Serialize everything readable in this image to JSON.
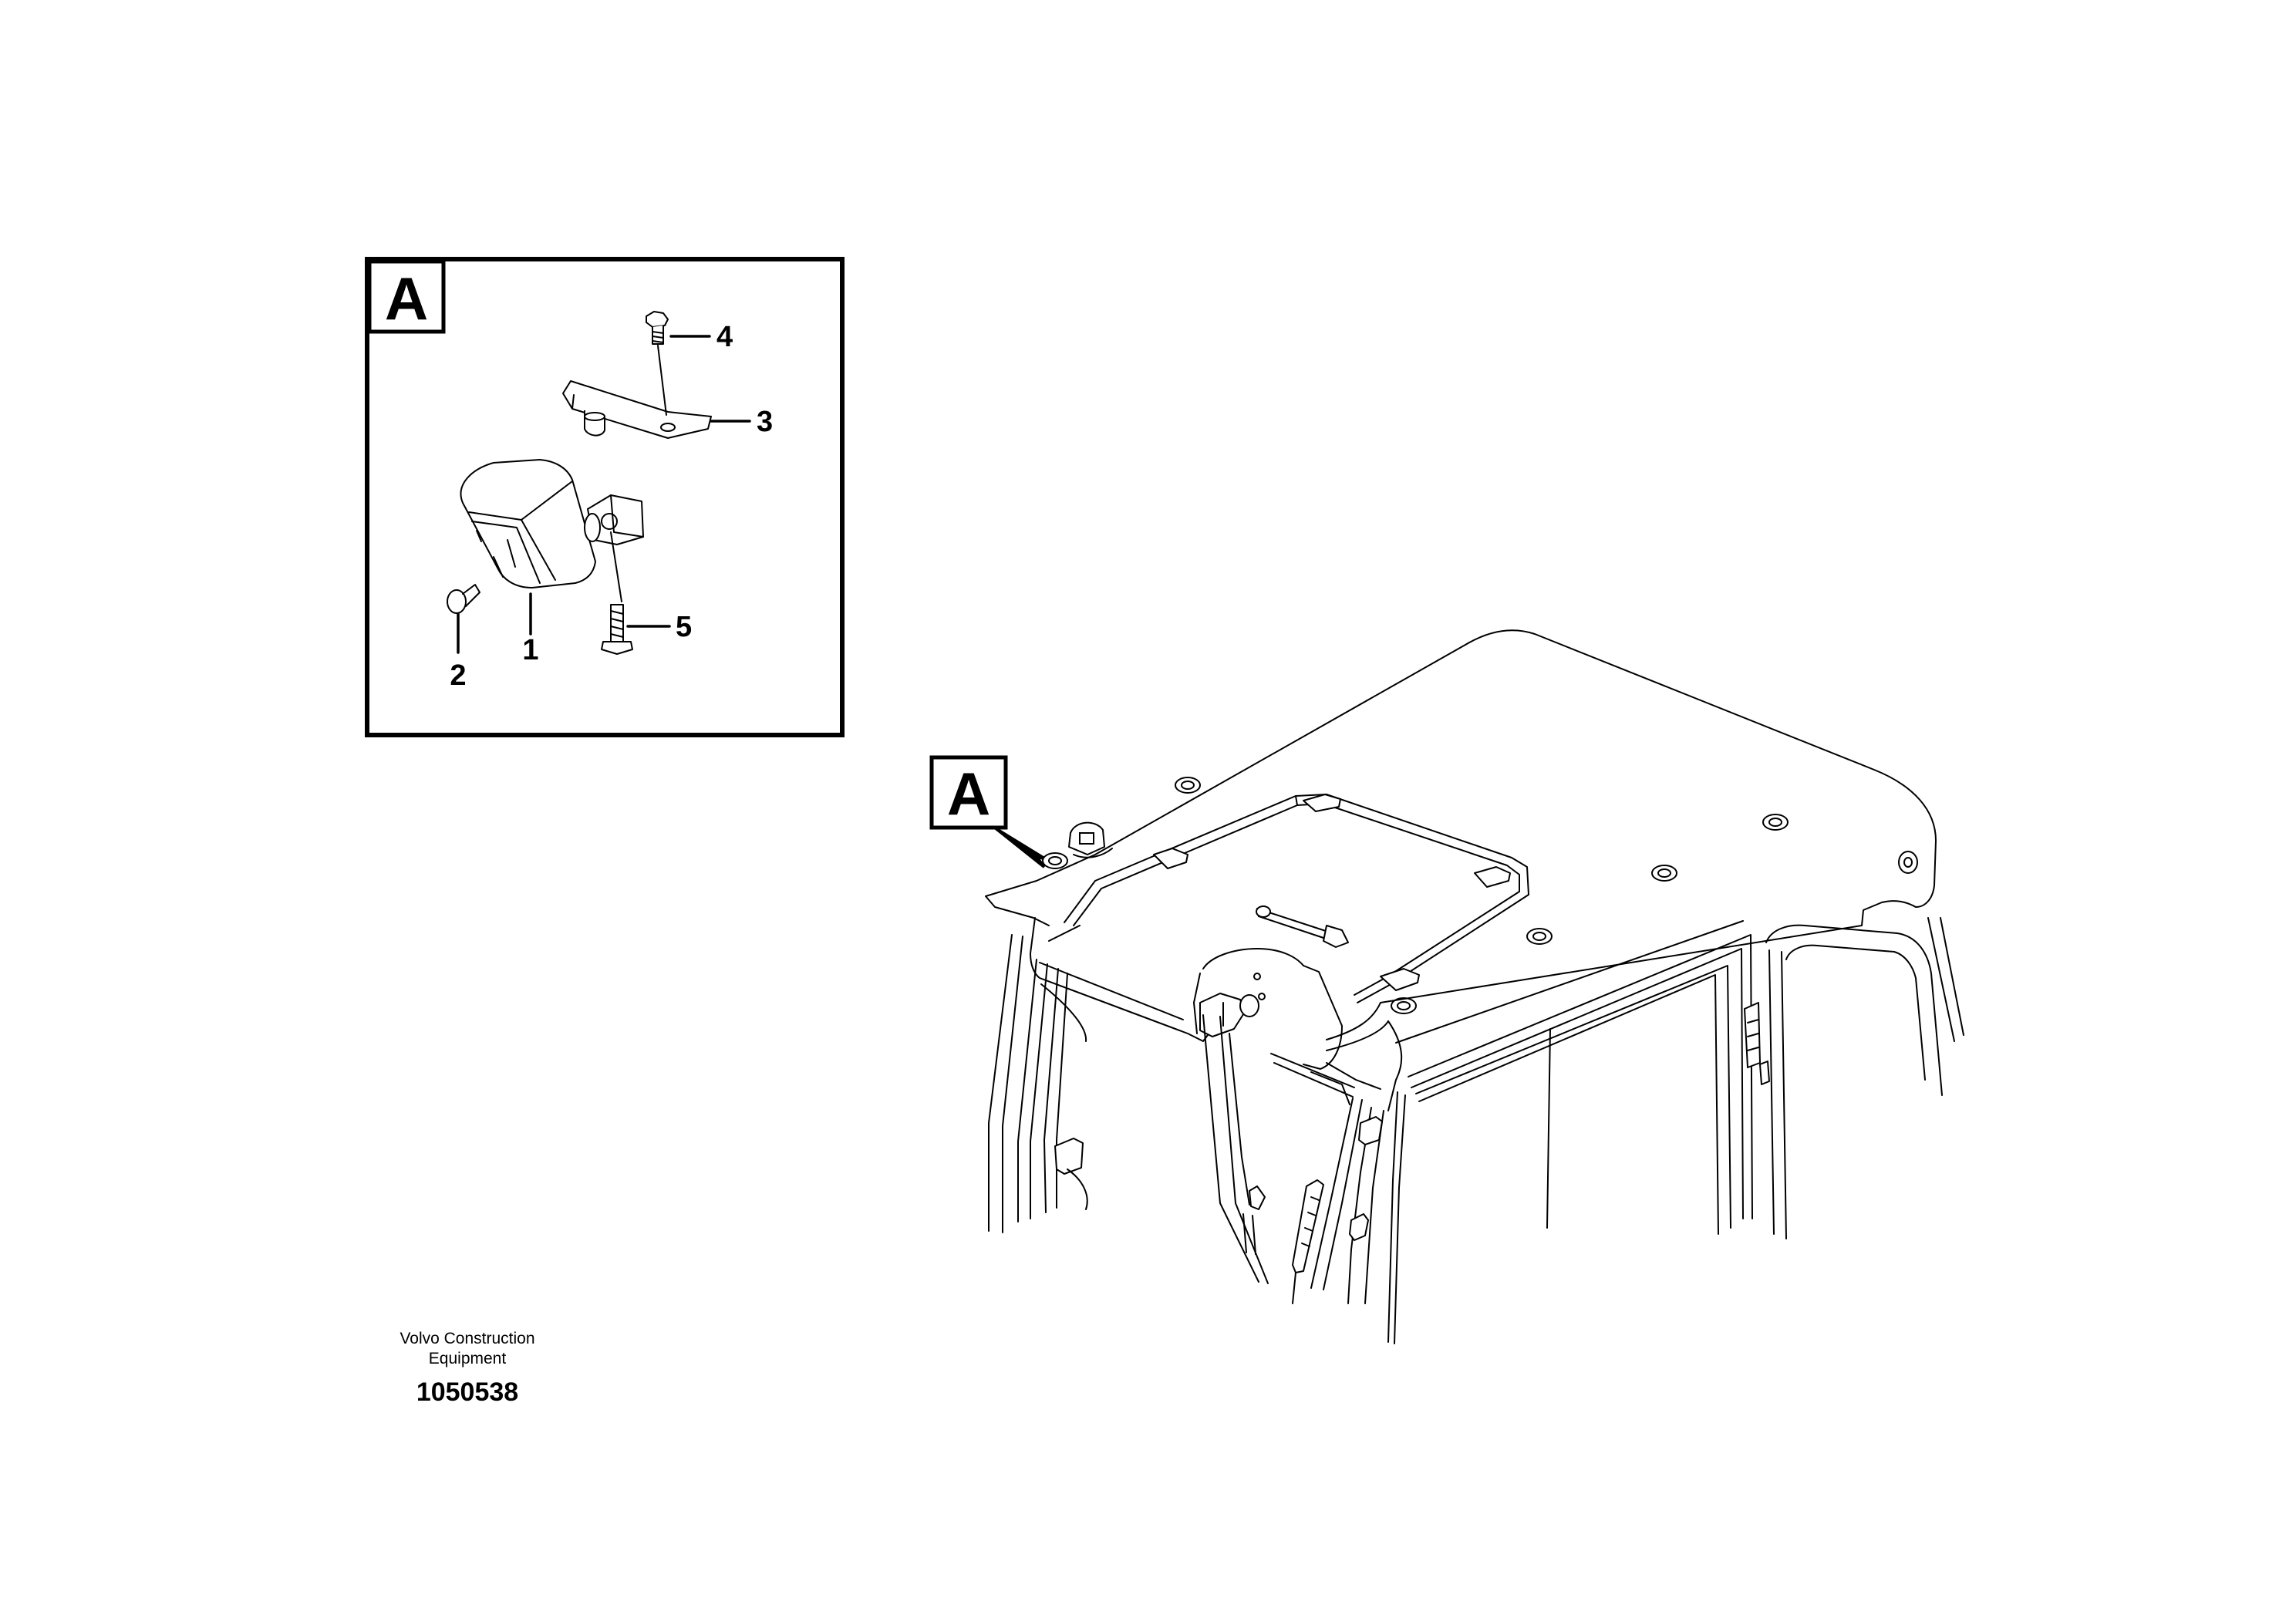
{
  "detail": {
    "label": "A",
    "callouts": [
      {
        "id": "1",
        "text": "1"
      },
      {
        "id": "2",
        "text": "2"
      },
      {
        "id": "3",
        "text": "3"
      },
      {
        "id": "4",
        "text": "4"
      },
      {
        "id": "5",
        "text": "5"
      }
    ]
  },
  "main_view": {
    "label": "A"
  },
  "footer": {
    "company_line1": "Volvo Construction",
    "company_line2": "Equipment",
    "doc_number": "1050538"
  }
}
